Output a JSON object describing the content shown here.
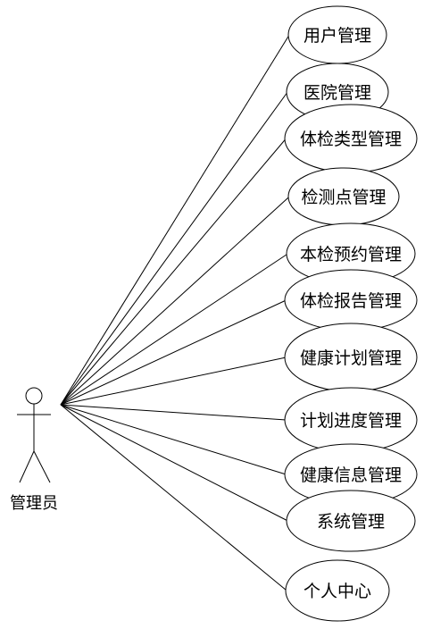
{
  "actor": {
    "label": "管理员"
  },
  "use_cases": [
    "用户管理",
    "医院管理",
    "体检类型管理",
    "检测点管理",
    "本检预约管理",
    "体检报告管理",
    "健康计划管理",
    "计划进度管理",
    "健康信息管理",
    "系统管理",
    "个人中心"
  ]
}
